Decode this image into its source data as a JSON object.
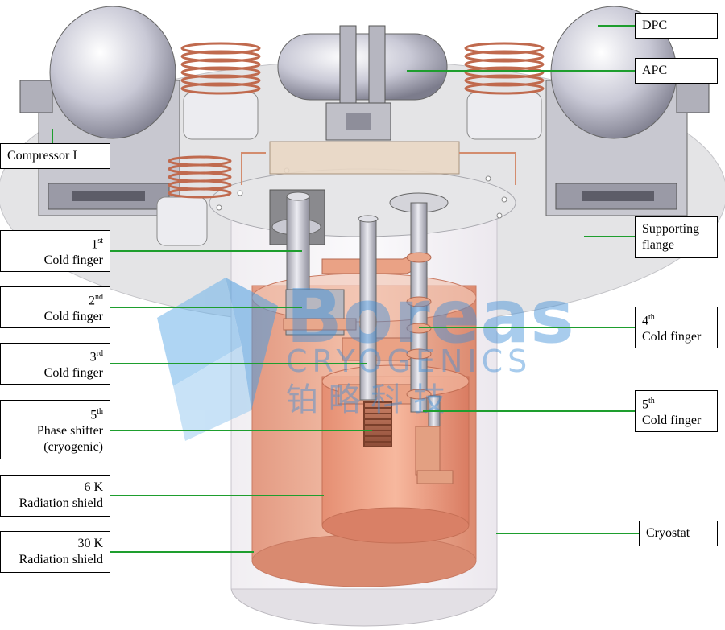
{
  "labels": {
    "compressor": "Compressor I",
    "dpc": "DPC",
    "apc": "APC",
    "supporting_flange": [
      "Supporting",
      "flange"
    ],
    "cold_finger_1": {
      "num": "1",
      "sup": "st",
      "text": "Cold finger"
    },
    "cold_finger_2": {
      "num": "2",
      "sup": "nd",
      "text": "Cold finger"
    },
    "cold_finger_3": {
      "num": "3",
      "sup": "rd",
      "text": "Cold finger"
    },
    "cold_finger_4": {
      "num": "4",
      "sup": "th",
      "text": "Cold finger"
    },
    "cold_finger_5": {
      "num": "5",
      "sup": "th",
      "text": "Cold finger"
    },
    "phase_shifter": {
      "num": "5",
      "sup": "th",
      "line2": "Phase shifter",
      "line3": "(cryogenic)"
    },
    "shield_6k": [
      "6 K",
      "Radiation shield"
    ],
    "shield_30k": [
      "30 K",
      "Radiation shield"
    ],
    "cryostat": "Cryostat"
  },
  "watermark": {
    "brand": "Boreas",
    "sub": "CRYOGENICS",
    "cn": "铂 略 科 技"
  },
  "colors": {
    "leader": "#1e9e2e",
    "copper": "#e9967a",
    "steel": "#d9d9de",
    "flange": "#e3e3e3",
    "watermark": "#3d8fd6"
  }
}
